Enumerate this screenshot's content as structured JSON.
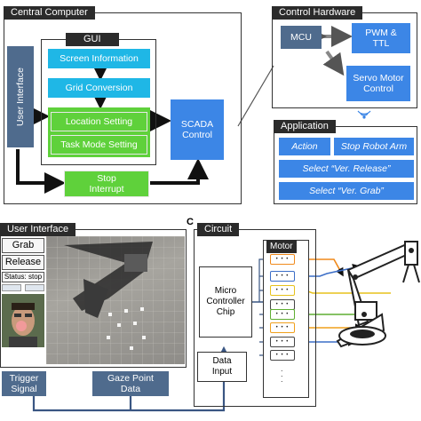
{
  "central_computer": {
    "title": "Central Computer",
    "gui_title": "GUI",
    "user_interface_label": "User Interface",
    "gui_items": [
      "Screen Information",
      "Grid Conversion",
      "Location Setting",
      "Task Mode Setting"
    ],
    "scada_label": "SCADA Control",
    "stop_label": "Stop Interrupt"
  },
  "control_hardware": {
    "title": "Control Hardware",
    "mcu_label": "MCU",
    "pwm_label": "PWM & TTL",
    "servo_label": "Servo Motor Control"
  },
  "application": {
    "title": "Application",
    "actions": [
      "Action",
      "Stop Robot Arm",
      "Select “Ver. Release”",
      "Select “Ver. Grab”"
    ]
  },
  "user_interface_panel": {
    "title": "User Interface",
    "grab_label": "Grab",
    "release_label": "Release",
    "status_label": "Status: stop",
    "trigger_label": "Trigger Signal",
    "gaze_label": "Gaze Point Data"
  },
  "circuit_panel": {
    "panel_letter": "C",
    "title": "Circuit",
    "motor_label": "Motor",
    "micro_label": "Micro Controller Chip",
    "data_input_label": "Data Input"
  },
  "colors": {
    "cyan": "#1fb7e6",
    "green": "#5fd13b",
    "blue": "#3c86e6",
    "navy": "#4f6b8d",
    "orange": "#f08a1c",
    "yellow": "#e7c21c"
  }
}
